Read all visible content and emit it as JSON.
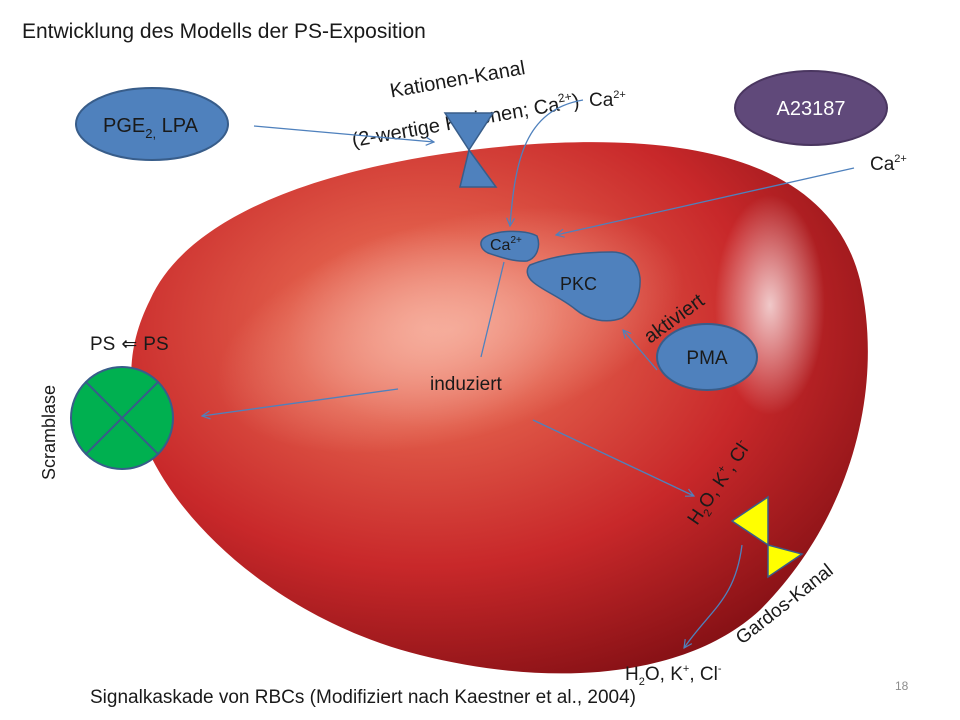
{
  "title": "Entwicklung des Modells der PS-Exposition",
  "caption": "Signalkaskade von RBCs (Modifiziert nach Kaestner et al., 2004)",
  "page_number": "18",
  "cation_channel": {
    "line1": "Kationen-Kanal",
    "line2_prefix": "(2-wertige Kationen; Ca",
    "line2_sup": "2+",
    "line2_suffix": ")"
  },
  "pge": {
    "base": "PGE",
    "sub": "2,",
    "rest": " LPA"
  },
  "a23187": "A23187",
  "ca": {
    "base": "Ca",
    "sup": "2+"
  },
  "pkc": "PKC",
  "pma": "PMA",
  "aktiviert": "aktiviert",
  "induziert": "induziert",
  "ps_label": {
    "left": "PS",
    "arrow": "⇐",
    "right": "PS"
  },
  "scramblase": "Scramblase",
  "ions": {
    "h": "H",
    "h_sub": "2",
    "o": "O, K",
    "k_sup": "+",
    "cl": ", Cl",
    "cl_sup": "-"
  },
  "gardos": "Gardos-Kanal",
  "colors": {
    "rbc": "#c8282a",
    "shape_blue": "#4f81bd",
    "a23187": "#60497a",
    "scramblase": "#00b050",
    "gardos": "#ffff00",
    "arrow": "#4f81bd"
  }
}
